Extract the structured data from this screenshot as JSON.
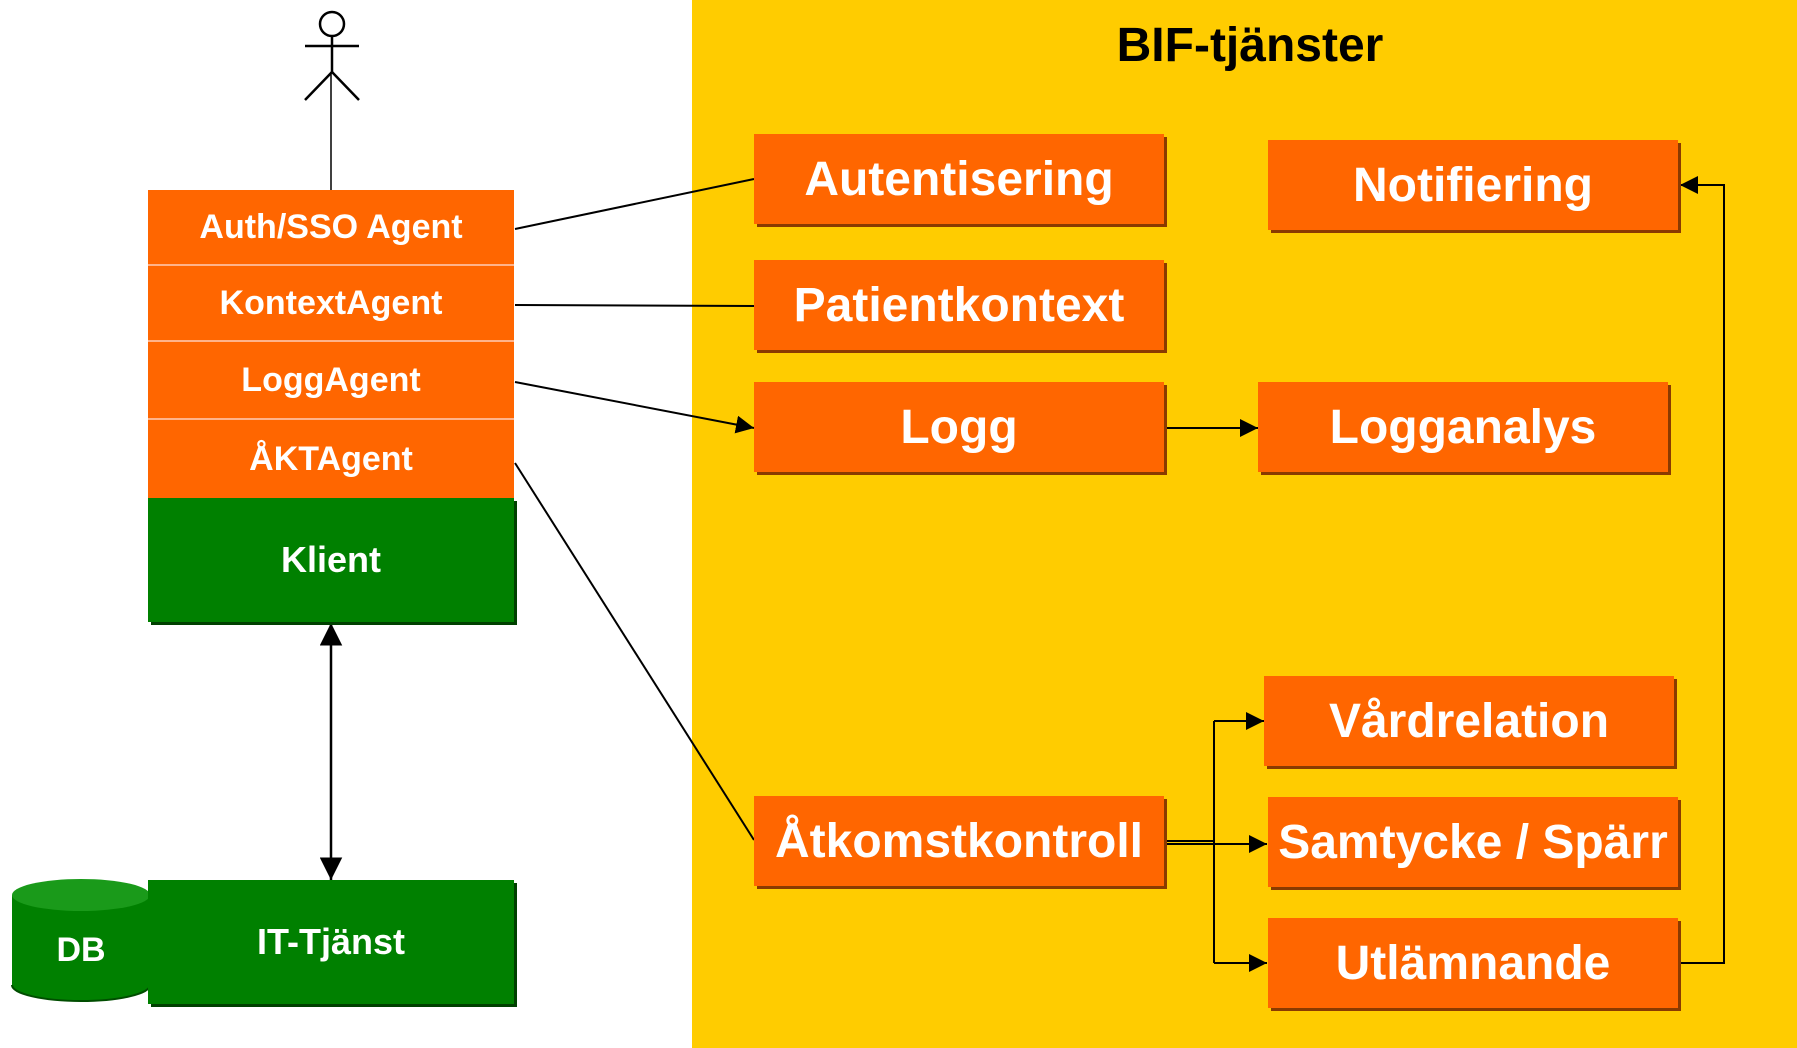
{
  "panel": {
    "title": "BIF-tjänster",
    "color": "#ffcc00"
  },
  "actor": {
    "icon": "stick-figure-icon"
  },
  "agents": [
    "Auth/SSO Agent",
    "KontextAgent",
    "LoggAgent",
    "ÅKTAgent"
  ],
  "client": "Klient",
  "it_service": "IT-Tjänst",
  "database": "DB",
  "services": {
    "autentisering": "Autentisering",
    "patientkontext": "Patientkontext",
    "logg": "Logg",
    "logganalys": "Logganalys",
    "notifiering": "Notifiering",
    "atkomstkontroll": "Åtkomstkontroll",
    "vardrelation": "Vårdrelation",
    "samtycke": "Samtycke / Spärr",
    "utlamnande": "Utlämnande"
  },
  "colors": {
    "agent": "#ff6600",
    "service": "#ff6600",
    "client": "#008000",
    "db": "#008000"
  }
}
